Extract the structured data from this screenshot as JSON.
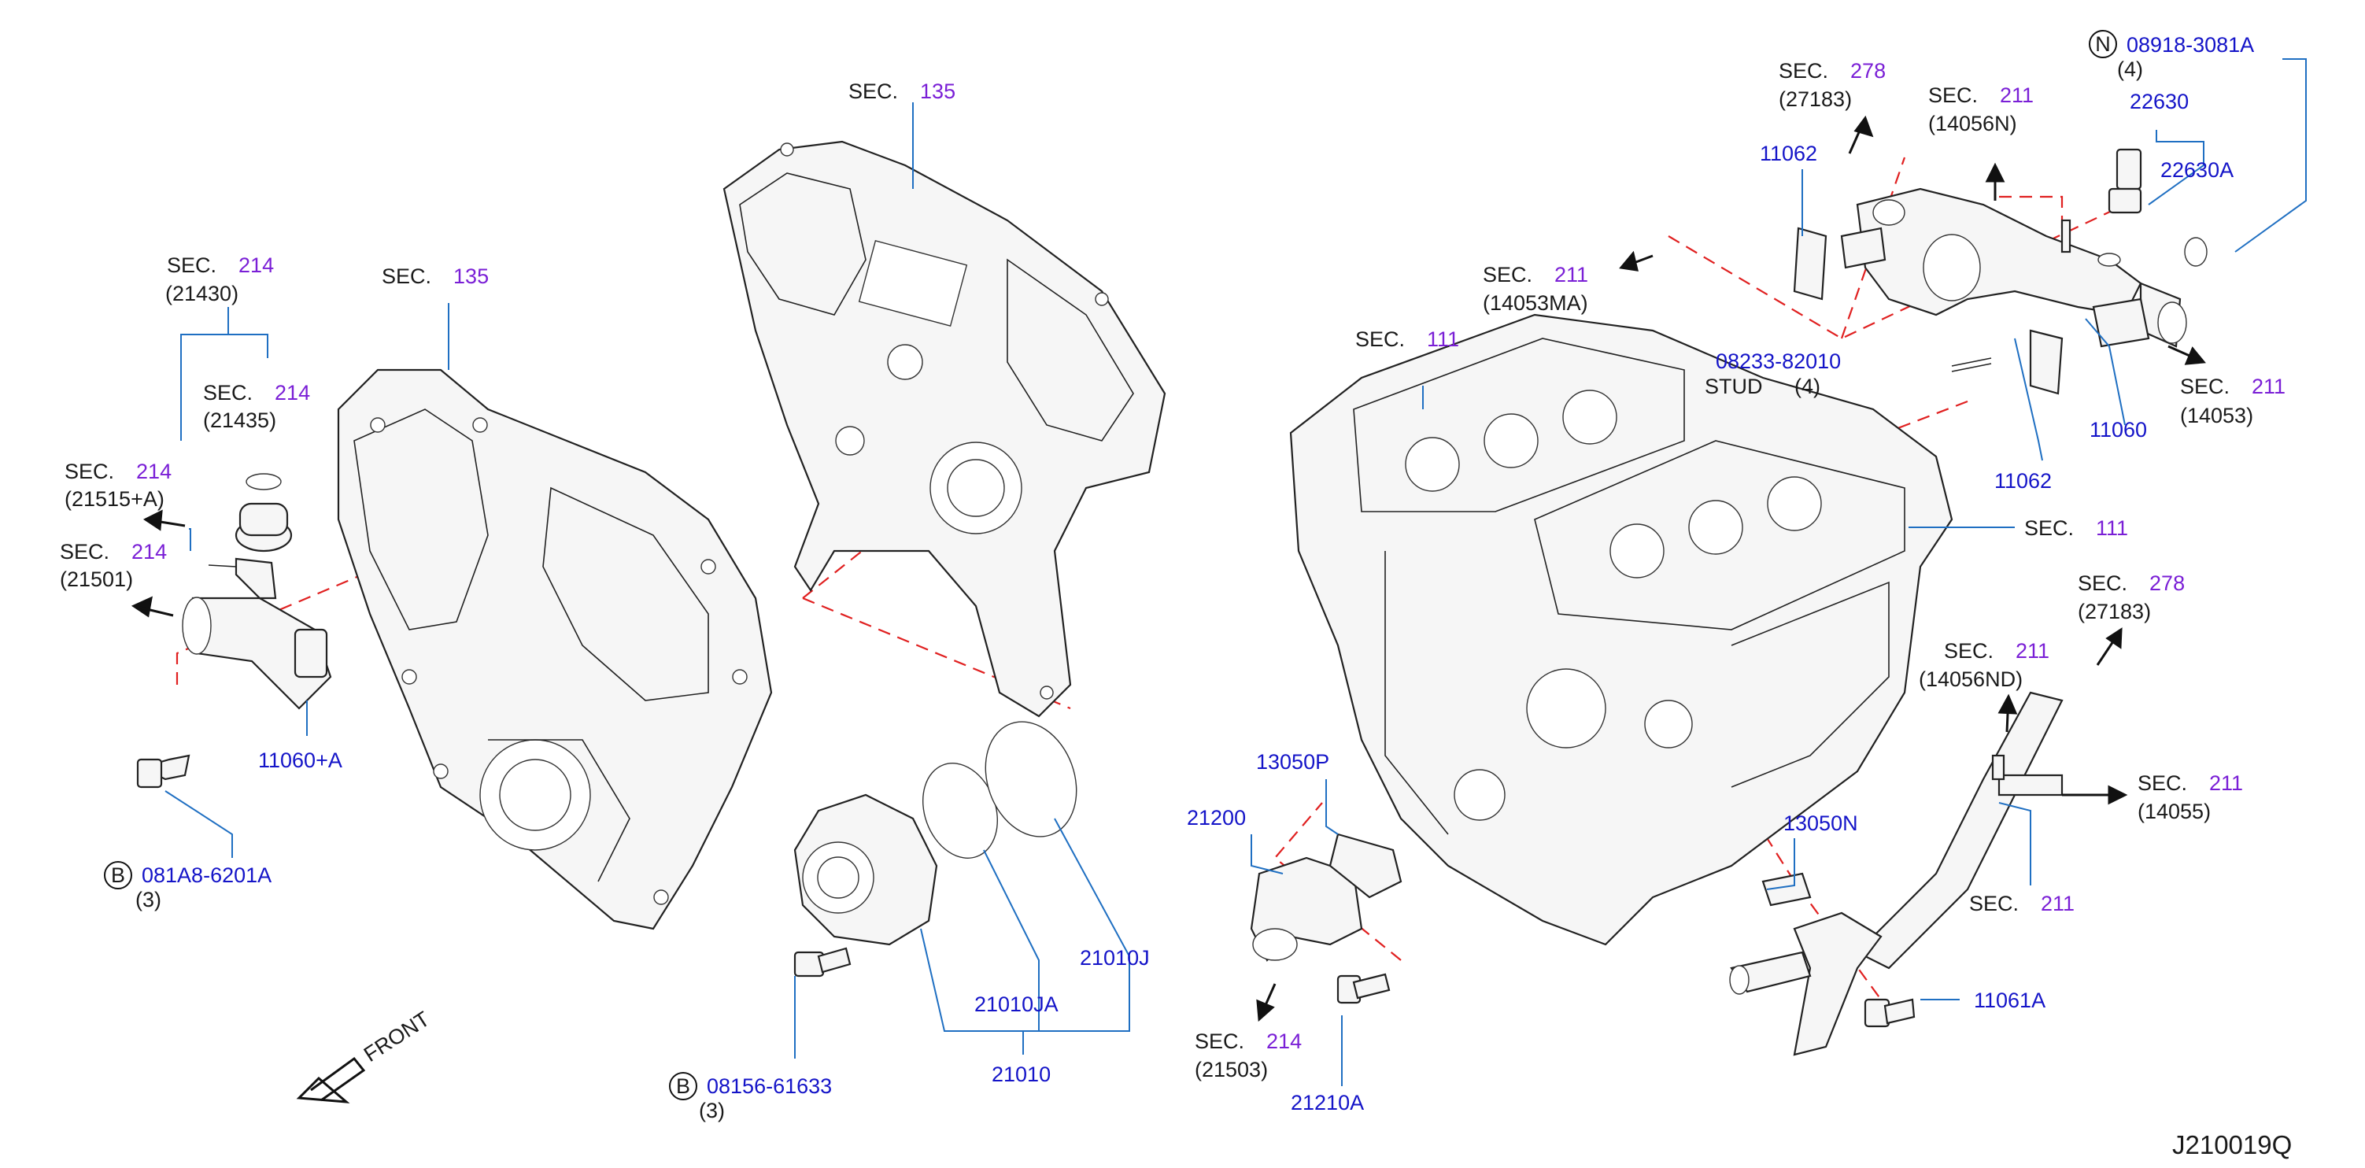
{
  "labels": {
    "sec135_top": {
      "sec": "SEC.",
      "num": "135"
    },
    "sec135_left": {
      "sec": "SEC.",
      "num": "135"
    },
    "sec214_21430": {
      "sec": "SEC.",
      "num": "214",
      "ref": "(21430)"
    },
    "sec214_21435": {
      "sec": "SEC.",
      "num": "214",
      "ref": "(21435)"
    },
    "sec214_21515a": {
      "sec": "SEC.",
      "num": "214",
      "ref": "(21515+A)"
    },
    "sec214_21501": {
      "sec": "SEC.",
      "num": "214",
      "ref": "(21501)"
    },
    "p11060a": "11060+A",
    "bolt_081a8": {
      "marker": "B",
      "part": "081A8-6201A",
      "qty": "(3)"
    },
    "sec278_27183_top": {
      "sec": "SEC.",
      "num": "278",
      "ref": "(27183)"
    },
    "sec211_14056n": {
      "sec": "SEC.",
      "num": "211",
      "ref": "(14056N)"
    },
    "nut_08918": {
      "marker": "N",
      "part": "08918-3081A",
      "qty": "(4)"
    },
    "p22630": "22630",
    "p22630a": "22630A",
    "p11062_top": "11062",
    "sec211_14053ma": {
      "sec": "SEC.",
      "num": "211",
      "ref": "(14053MA)"
    },
    "sec111_top": {
      "sec": "SEC.",
      "num": "111"
    },
    "stud_08233": {
      "part": "08233-82010",
      "stud": "STUD",
      "qty": "(4)"
    },
    "p11060": "11060",
    "sec211_14053": {
      "sec": "SEC.",
      "num": "211",
      "ref": "(14053)"
    },
    "p11062_bottom": "11062",
    "sec111_right": {
      "sec": "SEC.",
      "num": "111"
    },
    "sec278_27183_right": {
      "sec": "SEC.",
      "num": "278",
      "ref": "(27183)"
    },
    "sec211_14056nd": {
      "sec": "SEC.",
      "num": "211",
      "ref": "(14056ND)"
    },
    "sec211_14055": {
      "sec": "SEC.",
      "num": "211",
      "ref": "(14055)"
    },
    "p13050n": "13050N",
    "sec211_bottom": {
      "sec": "SEC.",
      "num": "211"
    },
    "p11061a": "11061A",
    "p13050p": "13050P",
    "p21200": "21200",
    "sec214_21503": {
      "sec": "SEC.",
      "num": "214",
      "ref": "(21503)"
    },
    "p21210a": "21210A",
    "p21010j": "21010J",
    "p21010ja": "21010JA",
    "p21010": "21010",
    "bolt_08156": {
      "marker": "B",
      "part": "08156-61633",
      "qty": "(3)"
    },
    "front": "FRONT",
    "drawing_code": "J210019Q"
  },
  "colors": {
    "section_number": "#7a1fd6",
    "part_number": "#1414c8",
    "leader_line": "#1f6fc2",
    "assembly_dash": "#e02020"
  }
}
